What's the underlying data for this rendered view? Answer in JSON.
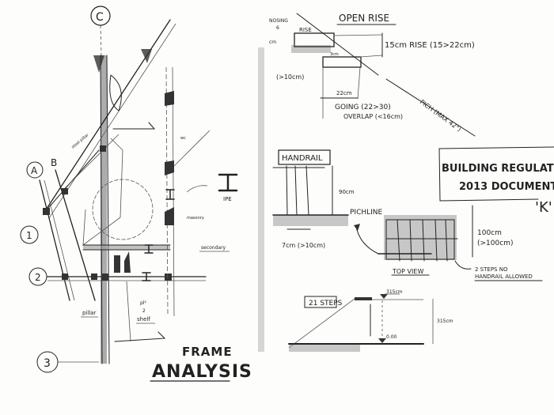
{
  "frame_analysis": {
    "grid_c": "C",
    "grid_a": "A",
    "grid_b": "B",
    "grid_1": "1",
    "grid_2": "2",
    "grid_3": "3",
    "steel_pillar": "steel pillar",
    "wc": "wc",
    "ipe": "IPE",
    "masonry": "masonry",
    "secondary": "secondary",
    "pillar": "pillar",
    "formula_num": "pl²",
    "formula_den": "2",
    "shelf": "shelf",
    "title_1": "FRAME",
    "title_2": "ANALYSIS"
  },
  "stairs": {
    "open_rise": "OPEN RISE",
    "nosing": "NOSING",
    "nosing_value": "6",
    "nosing_unit": "cm",
    "rise": "RISE",
    "rise_value": "15cm RISE (15>22cm)",
    "gap": "3cm",
    "gap_rule": "(>10cm)",
    "going_value": "22cm",
    "going": "GOING (22>30)",
    "overlap": "OVERLAP (<16cm)",
    "pitch": "PICH (MAX 42°)"
  },
  "handrail": {
    "title": "HANDRAIL",
    "height": "90cm",
    "pitchline": "PICHLINE",
    "spacing": "7cm (>10cm)",
    "width_value": "100cm",
    "width_rule": "(>100cm)",
    "top_view": "TOP VIEW",
    "note_1": "2 STEPS NO",
    "note_2": "HANDRAIL ALLOWED"
  },
  "regulation": {
    "line_1": "BUILDING REGULATION",
    "line_2": "2013 DOCUMENT",
    "letter": "'K'"
  },
  "section": {
    "steps": "21 STEPS",
    "top_level": "315cm",
    "base_level": "0.00",
    "total_height": "315cm"
  }
}
